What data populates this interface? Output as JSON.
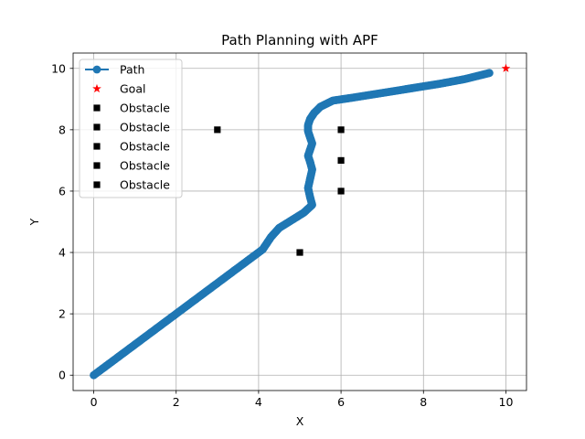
{
  "chart_data": {
    "type": "scatter",
    "title": "Path Planning with APF",
    "xlabel": "X",
    "ylabel": "Y",
    "xlim": [
      -0.5,
      10.5
    ],
    "ylim": [
      -0.5,
      10.5
    ],
    "xticks": [
      0,
      2,
      4,
      6,
      8,
      10
    ],
    "yticks": [
      0,
      2,
      4,
      6,
      8,
      10
    ],
    "grid": true,
    "legend_position": "top-left",
    "series": [
      {
        "name": "Path",
        "kind": "line-marker",
        "color": "#1f77b4",
        "x": [
          0,
          0.3,
          0.6,
          1.0,
          1.4,
          1.8,
          2.2,
          2.6,
          3.0,
          3.4,
          3.8,
          4.1,
          4.3,
          4.5,
          4.8,
          5.1,
          5.3,
          5.25,
          5.2,
          5.25,
          5.3,
          5.25,
          5.2,
          5.25,
          5.3,
          5.25,
          5.2,
          5.2,
          5.25,
          5.35,
          5.5,
          5.8,
          6.3,
          7.0,
          7.7,
          8.4,
          9.0,
          9.3,
          9.6
        ],
        "y": [
          0,
          0.3,
          0.6,
          1.0,
          1.4,
          1.8,
          2.2,
          2.6,
          3.0,
          3.4,
          3.8,
          4.1,
          4.5,
          4.8,
          5.05,
          5.3,
          5.55,
          5.8,
          6.1,
          6.4,
          6.7,
          6.95,
          7.15,
          7.35,
          7.55,
          7.75,
          7.95,
          8.15,
          8.35,
          8.55,
          8.75,
          8.95,
          9.05,
          9.2,
          9.35,
          9.5,
          9.65,
          9.75,
          9.85
        ]
      },
      {
        "name": "Goal",
        "kind": "star",
        "color": "#ff0000",
        "x": [
          10
        ],
        "y": [
          10
        ]
      },
      {
        "name": "Obstacle",
        "kind": "square",
        "color": "#000000",
        "x": [
          3
        ],
        "y": [
          8
        ]
      },
      {
        "name": "Obstacle",
        "kind": "square",
        "color": "#000000",
        "x": [
          5
        ],
        "y": [
          4
        ]
      },
      {
        "name": "Obstacle",
        "kind": "square",
        "color": "#000000",
        "x": [
          6
        ],
        "y": [
          6
        ]
      },
      {
        "name": "Obstacle",
        "kind": "square",
        "color": "#000000",
        "x": [
          6
        ],
        "y": [
          7
        ]
      },
      {
        "name": "Obstacle",
        "kind": "square",
        "color": "#000000",
        "x": [
          6
        ],
        "y": [
          8
        ]
      }
    ]
  }
}
